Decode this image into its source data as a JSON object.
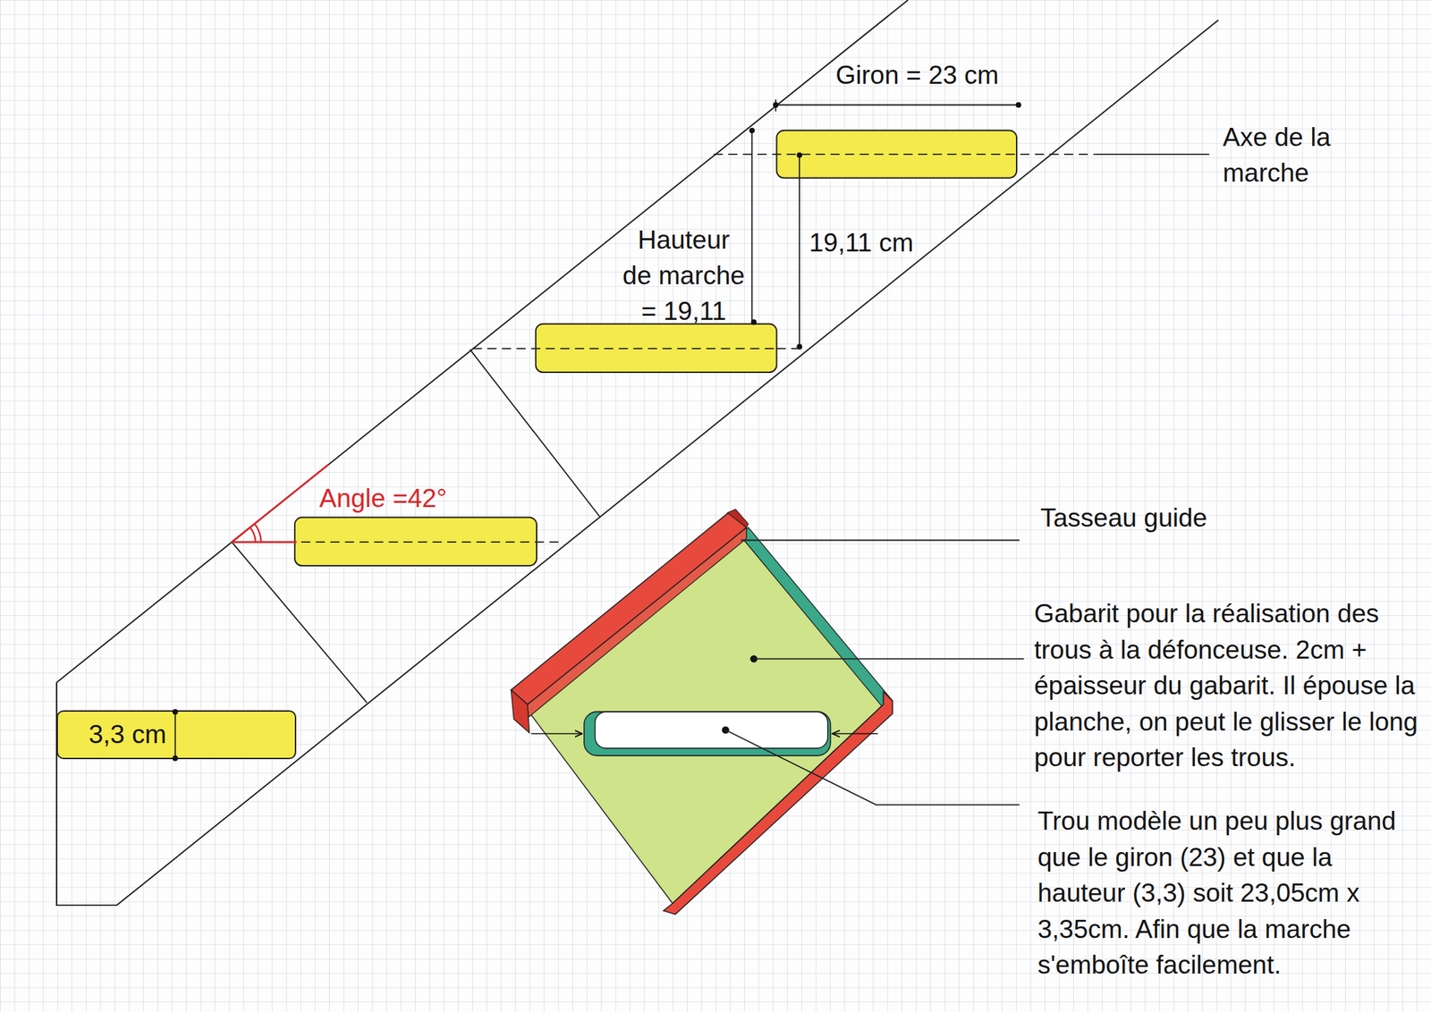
{
  "diagram": {
    "nodes": [
      {
        "text": [
          "3,3 cm"
        ]
      }
    ],
    "labels": [
      "Giron = 23 cm",
      "Axe de la marche",
      "Hauteur de marche = 19,11",
      "19,11 cm",
      "Angle =42°",
      "Tasseau guide",
      "Gabarit pour la réalisation des trous à la défonceuse. 2cm + épaisseur du gabarit. Il épouse la planche, on peut le glisser le long pour reporter les trous.",
      "Trou modèle un peu plus grand que le giron (23) et que la hauteur (3,3) soit 23,05cm x 3,35cm. Afin que la marche s'emboîte facilement."
    ]
  }
}
